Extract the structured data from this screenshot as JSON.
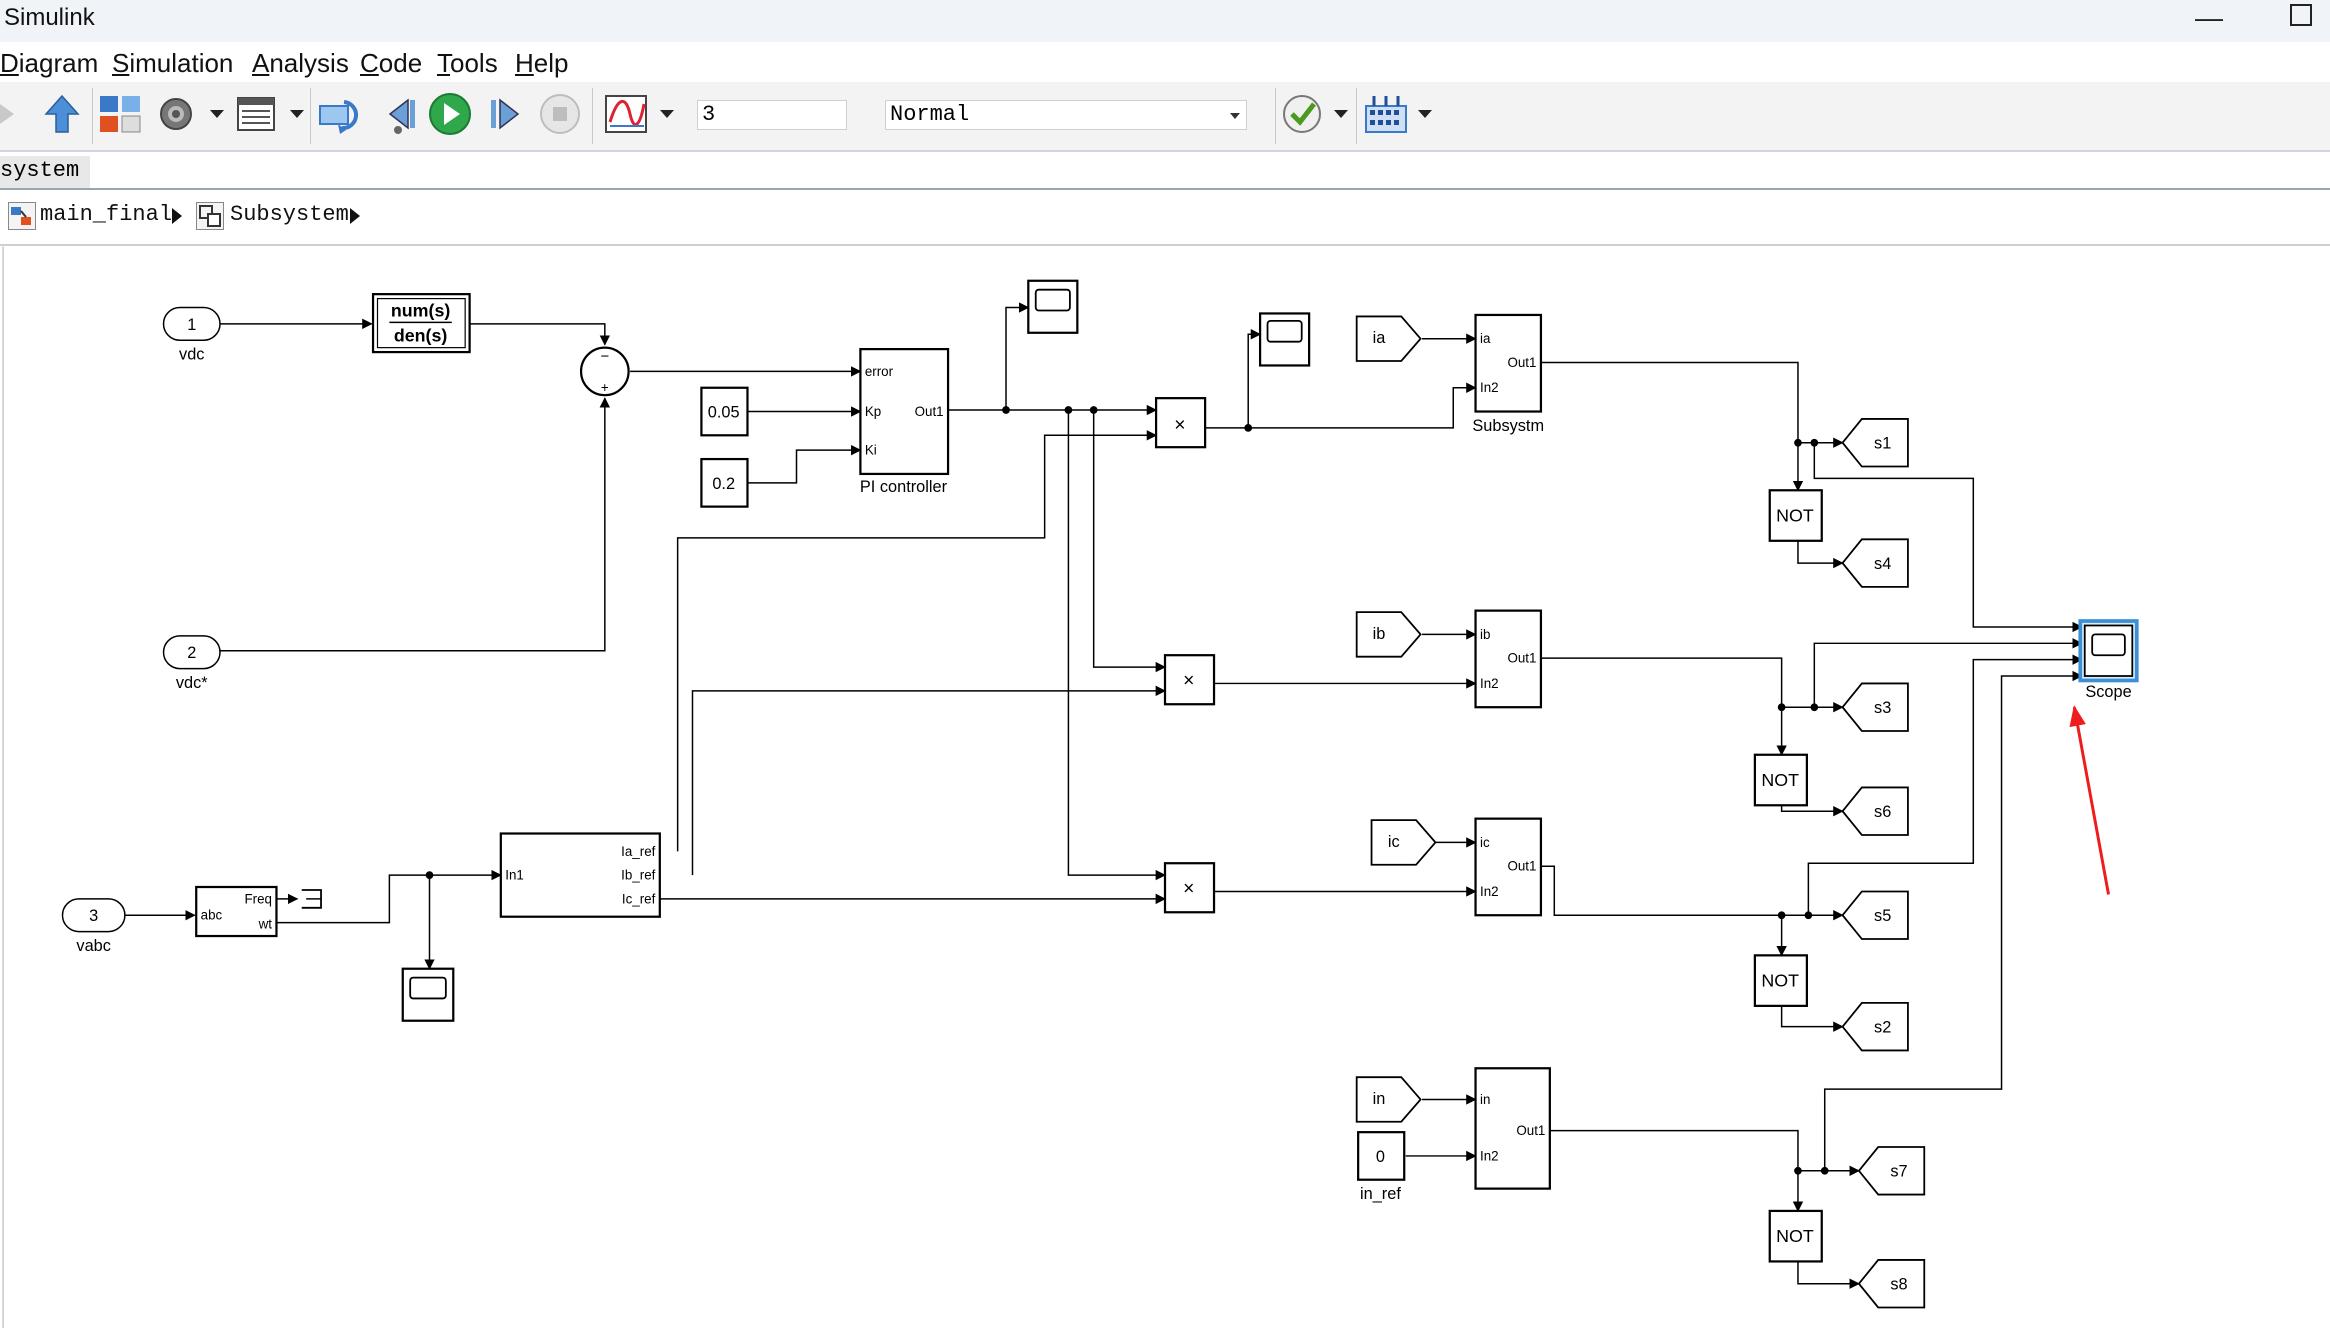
{
  "window": {
    "title": "Simulink"
  },
  "menu": [
    "Diagram",
    "Simulation",
    "Analysis",
    "Code",
    "Tools",
    "Help"
  ],
  "toolbar": {
    "stop_time": "3",
    "sim_mode": "Normal"
  },
  "tab": {
    "label": "system"
  },
  "breadcrumb": [
    "main_final",
    "Subsystem"
  ],
  "diagram": {
    "inports": [
      {
        "num": "1",
        "name": "vdc"
      },
      {
        "num": "2",
        "name": "vdc*"
      },
      {
        "num": "3",
        "name": "vabc"
      }
    ],
    "tf": {
      "num": "num(s)",
      "den": "den(s)"
    },
    "sum_signs": [
      "−",
      "+"
    ],
    "constants": [
      "0.05",
      "0.2",
      "0"
    ],
    "const_in_ref_name": "in_ref",
    "pi": {
      "ports_in": [
        "error",
        "Kp",
        "Ki"
      ],
      "port_out": "Out1",
      "name": "PI controller"
    },
    "pll": {
      "ports_in": [
        "abc"
      ],
      "ports_out": [
        "Freq",
        "wt"
      ]
    },
    "refgen": {
      "port_in": "In1",
      "ports_out": [
        "Ia_ref",
        "Ib_ref",
        "Ic_ref"
      ]
    },
    "product_symbol": "×",
    "froms": [
      "ia",
      "ib",
      "ic",
      "in"
    ],
    "subsystems": [
      {
        "ports_in": [
          "ia",
          "In2"
        ],
        "port_out": "Out1",
        "name": "Subsystm"
      },
      {
        "ports_in": [
          "ib",
          "In2"
        ],
        "port_out": "Out1"
      },
      {
        "ports_in": [
          "ic",
          "In2"
        ],
        "port_out": "Out1"
      },
      {
        "ports_in": [
          "in",
          "In2"
        ],
        "port_out": "Out1"
      }
    ],
    "not_label": "NOT",
    "gotos": [
      "s1",
      "s4",
      "s3",
      "s6",
      "s5",
      "s2",
      "s7",
      "s8"
    ],
    "scope_name": "Scope"
  },
  "colors": {
    "annotation_arrow": "#ee1c1c",
    "selected_block": "#3a8fd6",
    "run_green": "#2ea84a"
  }
}
